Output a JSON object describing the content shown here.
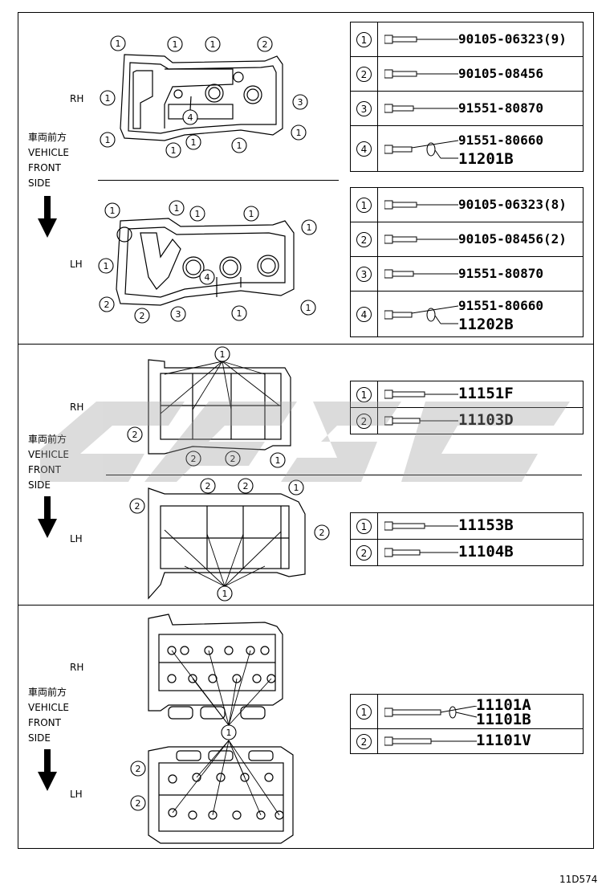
{
  "sections": [
    {
      "views": [
        {
          "side": "RH",
          "table": [
            {
              "num": "1",
              "parts": [
                "90105-06323(9)"
              ]
            },
            {
              "num": "2",
              "parts": [
                "90105-08456"
              ]
            },
            {
              "num": "3",
              "parts": [
                "91551-80870"
              ]
            },
            {
              "num": "4",
              "parts": [
                "91551-80660",
                "11201B"
              ]
            }
          ]
        },
        {
          "side": "LH",
          "table": [
            {
              "num": "1",
              "parts": [
                "90105-06323(8)"
              ]
            },
            {
              "num": "2",
              "parts": [
                "90105-08456(2)"
              ]
            },
            {
              "num": "3",
              "parts": [
                "91551-80870"
              ]
            },
            {
              "num": "4",
              "parts": [
                "91551-80660",
                "11202B"
              ]
            }
          ]
        }
      ]
    },
    {
      "views": [
        {
          "side": "RH",
          "table": [
            {
              "num": "1",
              "parts": [
                "11151F"
              ]
            },
            {
              "num": "2",
              "parts": [
                "11103D"
              ]
            }
          ]
        },
        {
          "side": "LH",
          "table": [
            {
              "num": "1",
              "parts": [
                "11153B"
              ]
            },
            {
              "num": "2",
              "parts": [
                "11104B"
              ]
            }
          ]
        }
      ]
    },
    {
      "views": [
        {
          "side": "RH"
        },
        {
          "side": "LH"
        }
      ],
      "table": [
        {
          "num": "1",
          "parts": [
            "11101A",
            "11101B"
          ]
        },
        {
          "num": "2",
          "parts": [
            "11101V"
          ]
        }
      ]
    }
  ],
  "front_note": {
    "jp": "車両前方",
    "en_1": "VEHICLE",
    "en_2": "FRONT",
    "en_3": "SIDE"
  },
  "diagram_code": "11D574"
}
